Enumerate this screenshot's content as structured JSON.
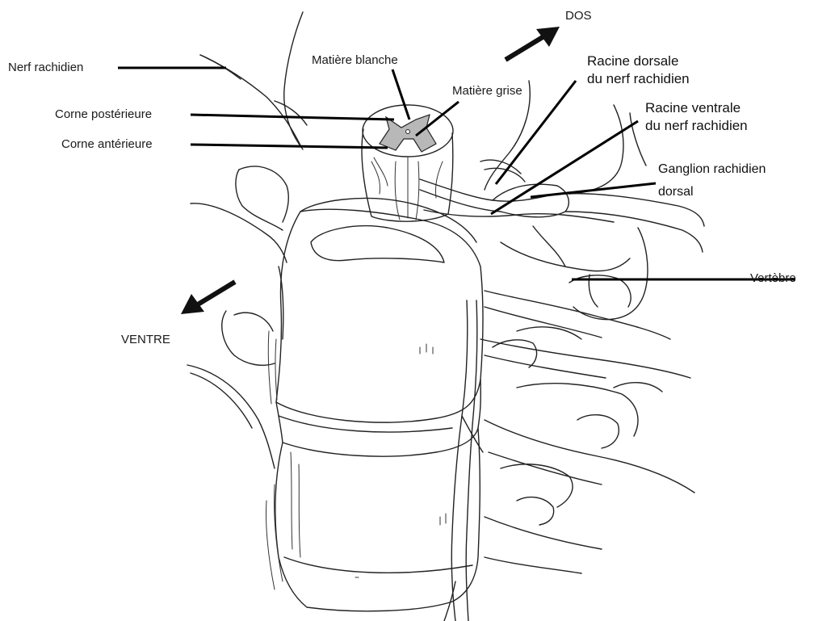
{
  "labels": {
    "nerf_rachidien": "Nerf rachidien",
    "matiere_blanche": "Matière blanche",
    "matiere_grise": "Matière grise",
    "corne_posterieure": "Corne postérieure",
    "corne_anterieure": "Corne antérieure",
    "dos": "DOS",
    "racine_dorsale_l1": "Racine dorsale",
    "racine_dorsale_l2": "du nerf rachidien",
    "racine_ventrale_l1": "Racine ventrale",
    "racine_ventrale_l2": "du nerf rachidien",
    "ganglion_l1": "Ganglion rachidien",
    "ganglion_l2": "dorsal",
    "vertebre": "Vertèbre",
    "ventre": "VENTRE"
  },
  "colors": {
    "ink": "#222222",
    "grey_matter": "#b8b8b8",
    "leader": "#000000",
    "background": "#ffffff"
  }
}
